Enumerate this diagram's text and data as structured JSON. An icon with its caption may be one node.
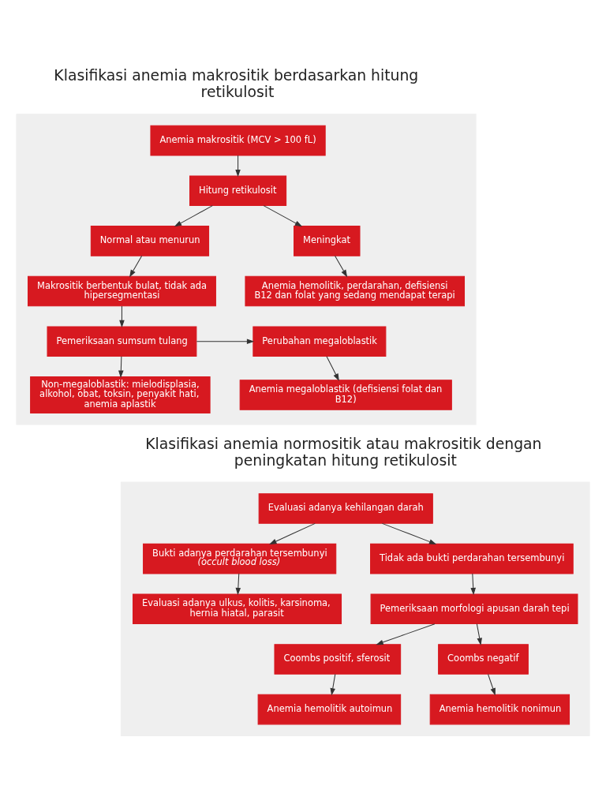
{
  "diagram": {
    "nodes": [
      {
        "text": [],
        "shape": "box"
      },
      {
        "text": [
          "Anemia makrositik (MCV > 100 fL)"
        ],
        "in": 0
      },
      {
        "text": [
          "Hitung retikulosit"
        ],
        "in": 0
      },
      {
        "text": [
          "Normal atau menurun"
        ],
        "in": 0
      },
      {
        "text": [
          "Meningkat"
        ],
        "in": 0
      },
      {
        "text": [
          "Makrositik berbentuk bulat, tidak ada hipersegmentasi"
        ],
        "in": 0
      },
      {
        "text": [
          "Anemia hemolitik, perdarahan, defisiensi B12 dan folat yang sedang mendapat terapi"
        ],
        "in": 0
      },
      {
        "text": [
          "Pemeriksaan sumsum tulang"
        ],
        "in": 0
      },
      {
        "text": [
          "Perubahan megaloblastik"
        ],
        "in": 0
      },
      {
        "text": [
          "Non-megaloblastik: mielodisplasia, alkohol, obat, toksin, penyakit hati, anemia aplastik"
        ],
        "in": 0
      },
      {
        "text": [
          "Anemia megaloblastik (defisiensi folat dan B12)"
        ],
        "in": 0
      },
      {
        "text": [],
        "shape": "box"
      },
      {
        "text": [
          "Evaluasi adanya kehilangan darah"
        ],
        "in": 11
      },
      {
        "text": [
          "Bukti adanya perdarahan tersembunyi *(occult blood loss)*"
        ],
        "in": 11
      },
      {
        "text": [
          "Tidak ada bukti perdarahan tersembunyi"
        ],
        "in": 11
      },
      {
        "text": [
          "Evaluasi adanya ulkus, kolitis, karsinoma, hernia hiatal, parasit"
        ],
        "in": 11
      },
      {
        "text": [
          "Pemeriksaan morfologi apusan darah tepi"
        ],
        "in": 11
      },
      {
        "text": [
          "Coombs positif, sferosit"
        ],
        "in": 11
      },
      {
        "text": [
          "Coombs negatif"
        ],
        "in": 11
      },
      {
        "text": [
          "Anemia hemolitik autoimun"
        ],
        "in": 11
      },
      {
        "text": [
          "Anemia hemolitik nonimun"
        ],
        "in": 11
      }
    ],
    "edges": [
      {
        "from": 1,
        "to": 2,
        "arrow": "to"
      },
      {
        "from": 2,
        "to": 3,
        "arrow": "to"
      },
      {
        "from": 2,
        "to": 4,
        "arrow": "to"
      },
      {
        "from": 3,
        "to": 5,
        "arrow": "to"
      },
      {
        "from": 4,
        "to": 6,
        "arrow": "to"
      },
      {
        "from": 5,
        "to": 7,
        "arrow": "to"
      },
      {
        "from": 7,
        "to": 8,
        "arrow": "to"
      },
      {
        "from": 7,
        "to": 9,
        "arrow": "to"
      },
      {
        "from": 8,
        "to": 10,
        "arrow": "to"
      },
      {
        "from": 12,
        "to": 13,
        "arrow": "to"
      },
      {
        "from": 12,
        "to": 14,
        "arrow": "to"
      },
      {
        "from": 13,
        "to": 15,
        "arrow": "to"
      },
      {
        "from": 14,
        "to": 16,
        "arrow": "to"
      },
      {
        "from": 16,
        "to": 17,
        "arrow": "to"
      },
      {
        "from": 16,
        "to": 18,
        "arrow": "to"
      },
      {
        "from": 17,
        "to": 19,
        "arrow": "to"
      },
      {
        "from": 18,
        "to": 20,
        "arrow": "to"
      }
    ],
    "labels": [
      "Klasifikasi anemia makrositik berdasarkan hitung retikulosit",
      "Klasifikasi anemia normositik atau makrositik dengan peningkatan hitung retikulosit"
    ]
  }
}
